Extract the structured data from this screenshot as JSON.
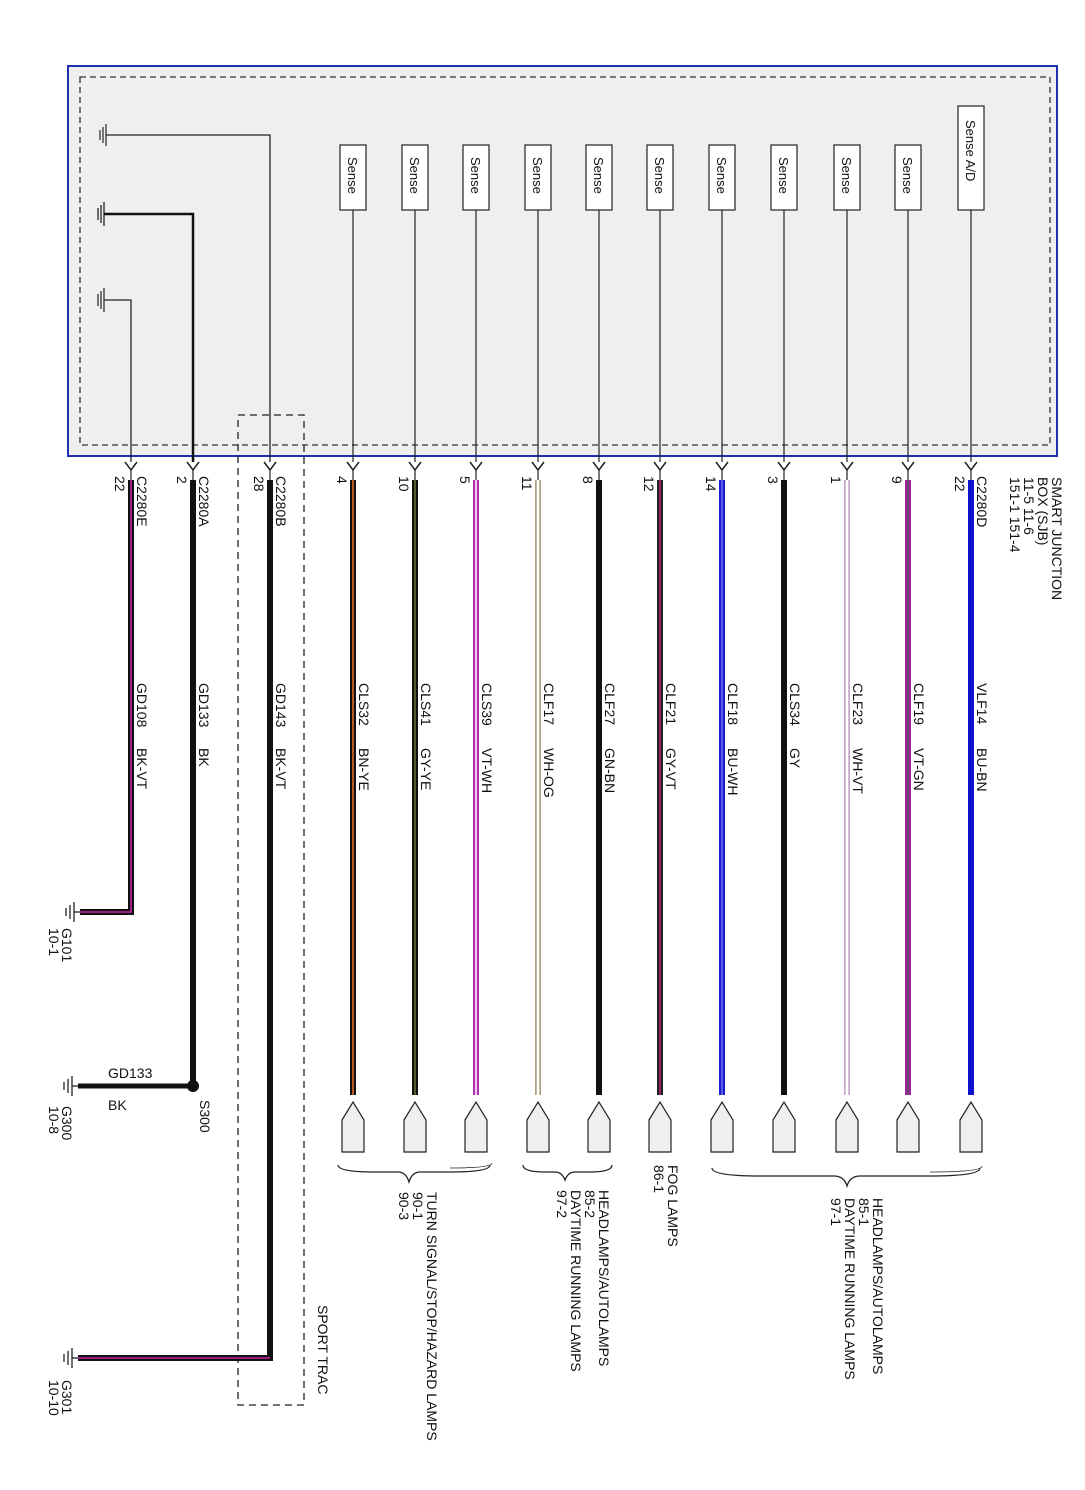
{
  "module": {
    "title_lines": [
      "SMART JUNCTION",
      "BOX (SJB)",
      "11-5    11-6",
      "151-1      151-4"
    ],
    "border_color": "#1f2fb0",
    "fill_color": "#efefef"
  },
  "sense_boxes": [
    "Sense A/D",
    "Sense",
    "Sense",
    "Sense",
    "Sense",
    "Sense",
    "Sense",
    "Sense",
    "Sense",
    "Sense",
    "Sense"
  ],
  "circuits": [
    {
      "connector": "C2280D",
      "pin": "22",
      "circuit": "VLF14",
      "color_code": "BU-BN",
      "wire": "#1010d0",
      "stripe": "#1010d0"
    },
    {
      "pin": "9",
      "circuit": "CLF19",
      "color_code": "VT-GN",
      "wire": "#a020a0",
      "stripe": "#a020a0"
    },
    {
      "pin": "1",
      "circuit": "CLF23",
      "color_code": "WH-VT",
      "wire": "#c8b0c8",
      "stripe": "#ffffff"
    },
    {
      "pin": "3",
      "circuit": "CLS34",
      "color_code": "GY",
      "wire": "#111111",
      "stripe": "#111111"
    },
    {
      "pin": "14",
      "circuit": "CLF18",
      "color_code": "BU-WH",
      "wire": "#1a1ad0",
      "stripe": "#1a1ad0"
    },
    {
      "pin": "12",
      "circuit": "CLF21",
      "color_code": "GY-VT",
      "wire": "#222222",
      "stripe": "#b02070"
    },
    {
      "pin": "8",
      "circuit": "CLF27",
      "color_code": "GN-BN",
      "wire": "#111111",
      "stripe": "#111111"
    },
    {
      "pin": "11",
      "circuit": "CLF17",
      "color_code": "WH-OG",
      "wire": "#b8a890",
      "stripe": "#ffffff"
    },
    {
      "pin": "5",
      "circuit": "CLS39",
      "color_code": "VT-WH",
      "wire": "#b030b0",
      "stripe": "#e0a0e0"
    },
    {
      "pin": "10",
      "circuit": "CLS41",
      "color_code": "GY-YE",
      "wire": "#111111",
      "stripe": "#556622"
    },
    {
      "pin": "4",
      "circuit": "CLS32",
      "color_code": "BN-YE",
      "wire": "#111111",
      "stripe": "#a05020"
    }
  ],
  "grounds": [
    {
      "connector": "C2280B",
      "pin": "28",
      "circuit": "GD143",
      "color_code": "BK-VT",
      "ground": "G301",
      "ground_ref": "10-10",
      "wire": "#111111",
      "stripe": "#b02090"
    },
    {
      "connector": "C2280A",
      "pin": "2",
      "circuit": "GD133",
      "color_code": "BK",
      "splice": "S300",
      "splice_circuit": "GD133",
      "splice_color": "BK",
      "ground": "G300",
      "ground_ref": "10-8",
      "wire": "#111111",
      "stripe": "#111111"
    },
    {
      "connector": "C2280E",
      "pin": "22",
      "circuit": "GD108",
      "color_code": "BK-VT",
      "ground": "G101",
      "ground_ref": "10-1",
      "wire": "#111111",
      "stripe": "#b02090"
    }
  ],
  "destinations": {
    "headlamps_drl_1": [
      "HEADLAMPS/AUTOLAMPS",
      "85-1",
      "DAYTIME RUNNING LAMPS",
      "97-1"
    ],
    "fog": [
      "FOG LAMPS",
      "86-1"
    ],
    "headlamps_drl_2": [
      "HEADLAMPS/AUTOLAMPS",
      "85-2",
      "DAYTIME RUNNING LAMPS",
      "97-2"
    ],
    "turn": [
      "TURN SIGNAL/STOP/HAZARD LAMPS",
      "90-1",
      "90-3"
    ]
  },
  "sport_trac_label": "SPORT TRAC"
}
